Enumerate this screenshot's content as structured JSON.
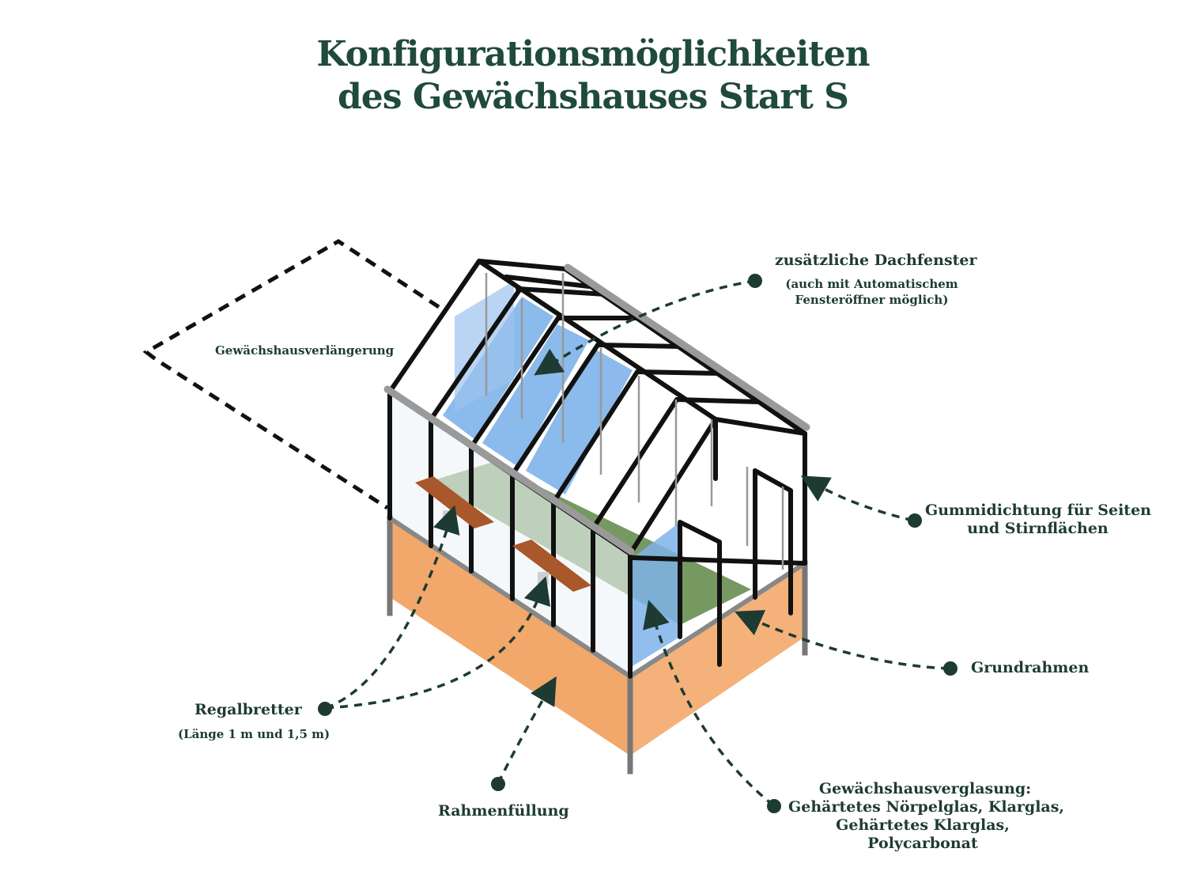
{
  "title": {
    "line1": "Konfigurationsmöglichkeiten",
    "line2": "des Gewächshauses Start S"
  },
  "labels": {
    "extension": "Gewächshausverlängerung",
    "roof_window": "zusätzliche Dachfenster",
    "roof_window_note_1": "(auch mit Automatischem",
    "roof_window_note_2": "Fensteröffner möglich)",
    "seal_1": "Gummidichtung für Seiten",
    "seal_2": "und Stirnflächen",
    "base_frame": "Grundrahmen",
    "shelves": "Regalbretter",
    "shelves_note": "(Länge 1 m und 1,5 m)",
    "frame_fill": "Rahmenfüllung",
    "glazing_1": "Gewächshausverglasung:",
    "glazing_2": "Gehärtetes Nörpelglas, Klarglas,",
    "glazing_3": "Gehärtetes Klarglas,",
    "glazing_4": "Polycarbonat"
  },
  "colors": {
    "title": "#1f4a3d",
    "text": "#1d3b33",
    "marker": "#1d3b33",
    "frame": "#111111",
    "base_fill": "#f2a86a",
    "floor": "#6f9358",
    "glass_blue": "#7fb3ea",
    "shelf": "#a8582a",
    "gutter": "#9a9a9a"
  }
}
